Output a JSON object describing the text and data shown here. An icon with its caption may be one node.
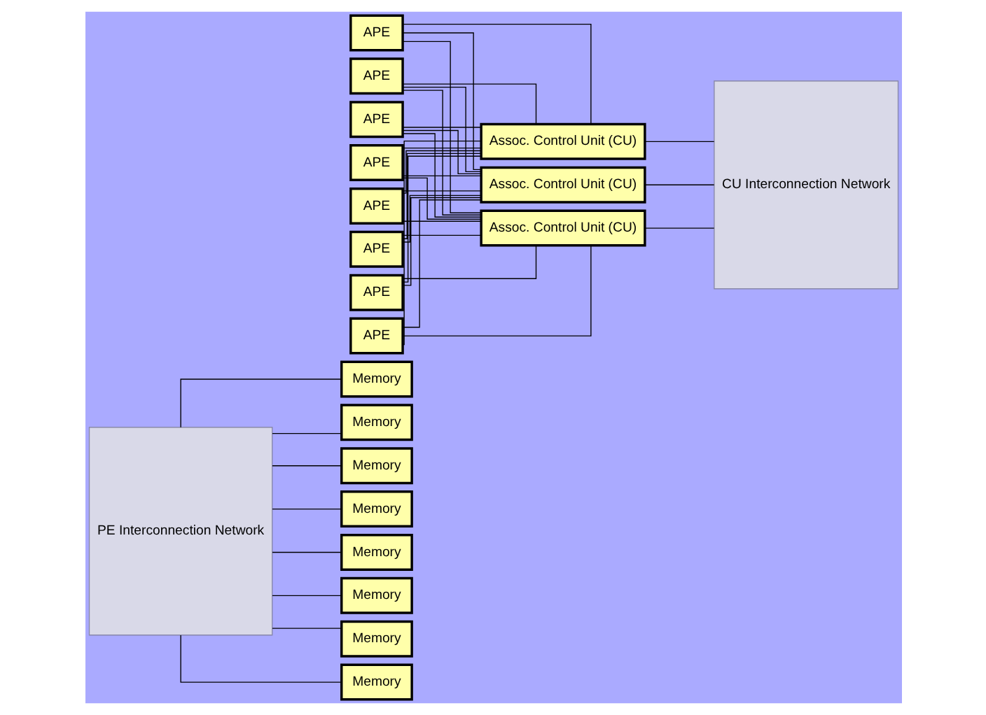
{
  "diagram": {
    "nodes": [
      {
        "text": [
          "PE Interconnection Network"
        ]
      },
      {
        "text": [
          "Memory"
        ]
      },
      {
        "text": [
          "APE"
        ]
      },
      {
        "text": [
          "Memory"
        ]
      },
      {
        "text": [
          "APE"
        ]
      },
      {
        "text": [
          "Memory"
        ]
      },
      {
        "text": [
          "APE"
        ]
      },
      {
        "text": [
          "Memory"
        ]
      },
      {
        "text": [
          "APE"
        ]
      },
      {
        "text": [
          "Memory"
        ]
      },
      {
        "text": [
          "APE"
        ]
      },
      {
        "text": [
          "Memory"
        ]
      },
      {
        "text": [
          "APE"
        ]
      },
      {
        "text": [
          "Memory"
        ]
      },
      {
        "text": [
          "APE"
        ]
      },
      {
        "text": [
          "Memory"
        ]
      },
      {
        "text": [
          "APE"
        ]
      },
      {
        "text": [
          "Assoc. Control Unit (CU)"
        ]
      },
      {
        "text": [
          "Assoc. Control Unit (CU)"
        ]
      },
      {
        "text": [
          "Assoc. Control Unit (CU)"
        ]
      },
      {
        "text": [
          "CU Interconnection Network"
        ]
      }
    ],
    "edges": [
      {
        "from": 0,
        "to": 1,
        "arrow": "none"
      },
      {
        "from": 0,
        "to": 3,
        "arrow": "none"
      },
      {
        "from": 0,
        "to": 5,
        "arrow": "none"
      },
      {
        "from": 0,
        "to": 7,
        "arrow": "none"
      },
      {
        "from": 0,
        "to": 9,
        "arrow": "none"
      },
      {
        "from": 0,
        "to": 11,
        "arrow": "none"
      },
      {
        "from": 0,
        "to": 13,
        "arrow": "none"
      },
      {
        "from": 0,
        "to": 15,
        "arrow": "none"
      },
      {
        "from": 2,
        "to": 17,
        "arrow": "none"
      },
      {
        "from": 2,
        "to": 18,
        "arrow": "none"
      },
      {
        "from": 2,
        "to": 19,
        "arrow": "none"
      },
      {
        "from": 4,
        "to": 17,
        "arrow": "none"
      },
      {
        "from": 4,
        "to": 18,
        "arrow": "none"
      },
      {
        "from": 4,
        "to": 19,
        "arrow": "none"
      },
      {
        "from": 6,
        "to": 17,
        "arrow": "none"
      },
      {
        "from": 6,
        "to": 18,
        "arrow": "none"
      },
      {
        "from": 6,
        "to": 19,
        "arrow": "none"
      },
      {
        "from": 8,
        "to": 17,
        "arrow": "none"
      },
      {
        "from": 8,
        "to": 18,
        "arrow": "none"
      },
      {
        "from": 8,
        "to": 19,
        "arrow": "none"
      },
      {
        "from": 10,
        "to": 17,
        "arrow": "none"
      },
      {
        "from": 10,
        "to": 18,
        "arrow": "none"
      },
      {
        "from": 10,
        "to": 19,
        "arrow": "none"
      },
      {
        "from": 12,
        "to": 17,
        "arrow": "none"
      },
      {
        "from": 12,
        "to": 18,
        "arrow": "none"
      },
      {
        "from": 12,
        "to": 19,
        "arrow": "none"
      },
      {
        "from": 14,
        "to": 17,
        "arrow": "none"
      },
      {
        "from": 14,
        "to": 18,
        "arrow": "none"
      },
      {
        "from": 14,
        "to": 19,
        "arrow": "none"
      },
      {
        "from": 16,
        "to": 17,
        "arrow": "none"
      },
      {
        "from": 16,
        "to": 18,
        "arrow": "none"
      },
      {
        "from": 16,
        "to": 19,
        "arrow": "none"
      },
      {
        "from": 17,
        "to": 20,
        "arrow": "none"
      },
      {
        "from": 18,
        "to": 20,
        "arrow": "none"
      },
      {
        "from": 19,
        "to": 20,
        "arrow": "none"
      }
    ]
  }
}
